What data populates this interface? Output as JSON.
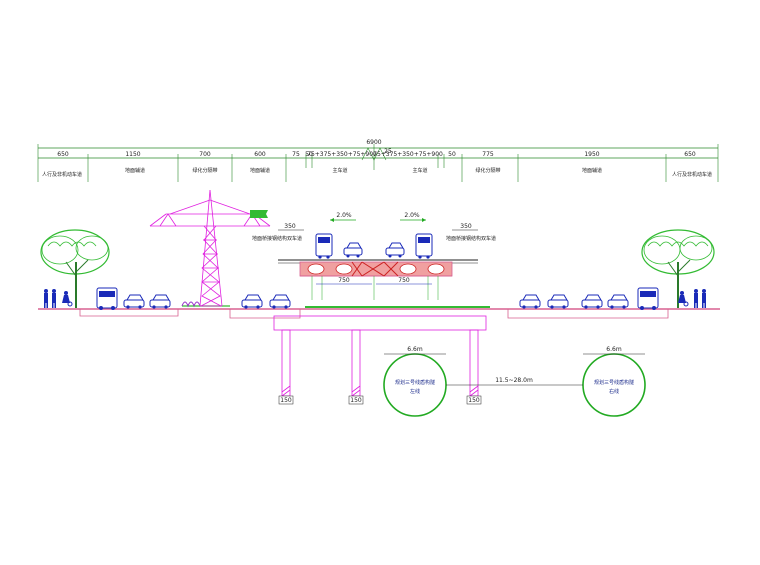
{
  "top_dimensions": {
    "total": "6900",
    "segments": [
      "650",
      "1150",
      "700",
      "600",
      "75",
      "50",
      "75+375+350+75+900",
      "75+375+350+75+900",
      "50",
      "775",
      "1950",
      "650"
    ],
    "mid_tick": "25"
  },
  "lane_labels": [
    "人行及非机动车道",
    "地面辅道",
    "绿化分隔带",
    "地面辅道",
    "主车道",
    "主车道",
    "绿化分隔带",
    "地面辅道",
    "人行及非机动车道"
  ],
  "bridge": {
    "slope_left": "2.0%",
    "slope_right": "2.0%",
    "width_left": "350",
    "width_right": "350",
    "label_left": "地面桥接钢结构双车道",
    "label_right": "地面桥接钢结构双车道",
    "span_left": "750",
    "span_right": "750"
  },
  "piers": {
    "labels": [
      "150",
      "150",
      "150"
    ]
  },
  "tunnels": {
    "diameter_left": "6.6m",
    "diameter_right": "6.6m",
    "spacing": "11.5~28.0m",
    "left_label_line1": "规划三号线盾构隧",
    "left_label_line2": "左线",
    "right_label_line1": "规划三号线盾构隧",
    "right_label_line2": "右线"
  },
  "colors": {
    "magenta": "#e020e0",
    "blue": "#1a2ab8",
    "green": "#22aa22",
    "pink": "#d86090",
    "dim_green": "#2a8a2a",
    "red_cross": "#cc2222"
  }
}
